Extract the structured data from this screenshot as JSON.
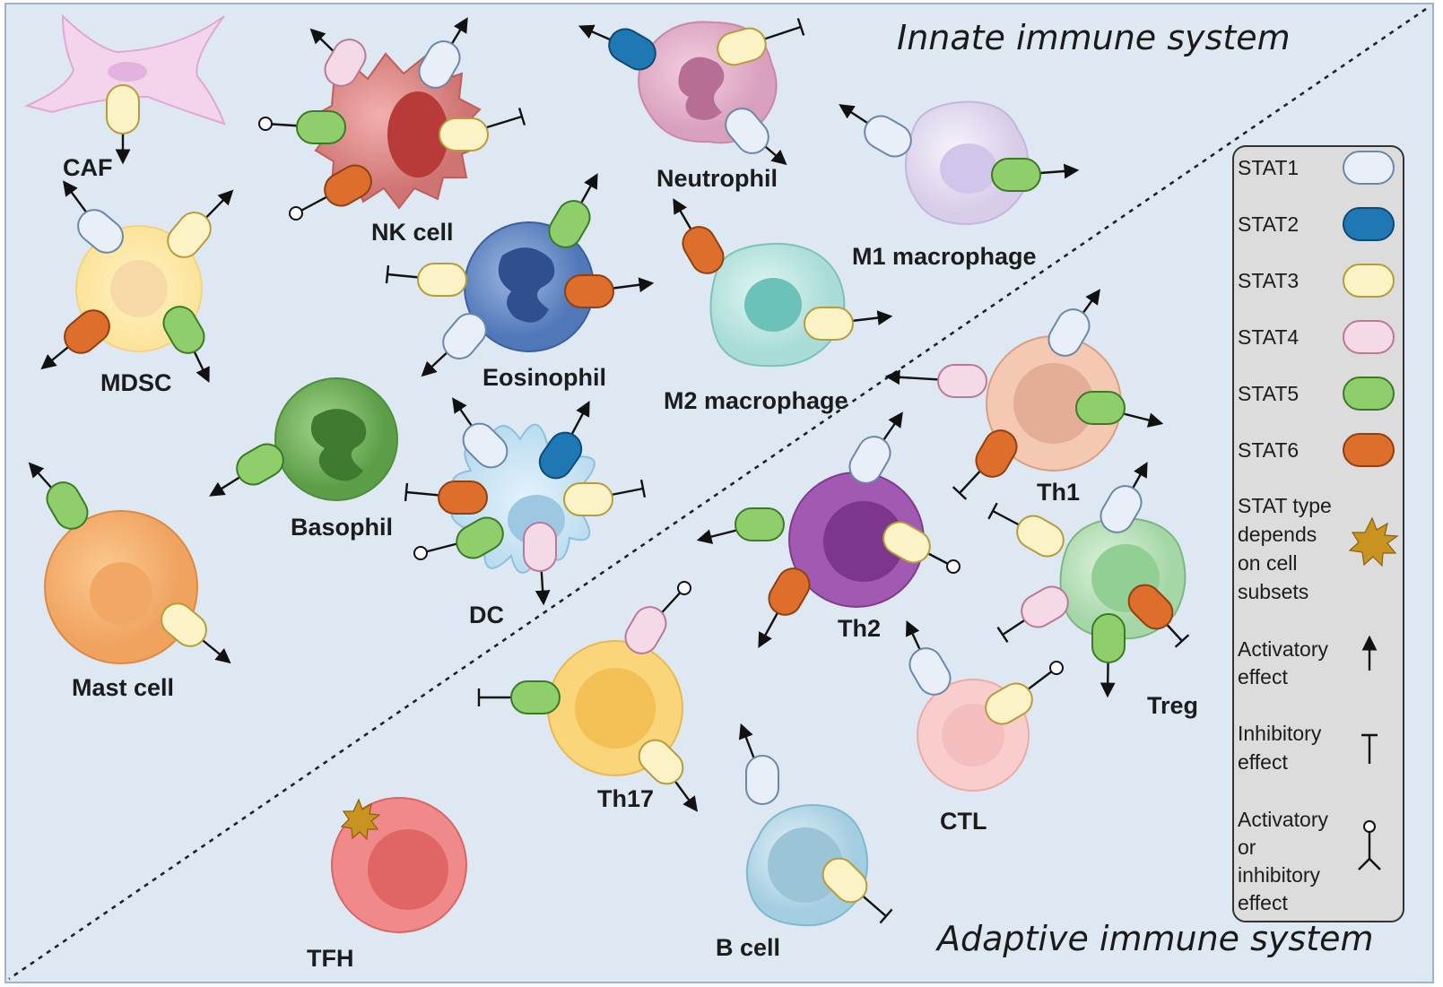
{
  "sections": {
    "innate": "Innate immune system",
    "adaptive": "Adaptive immune system"
  },
  "colors": {
    "background": "#dde8f2",
    "frame": "#9fb4c8",
    "divider": "#222222",
    "STAT1": "#e8eff8",
    "STAT2": "#1f78b4",
    "STAT3": "#fbf3c6",
    "STAT4": "#f6d9e6",
    "STAT5": "#8ecf6b",
    "STAT6": "#dd6e2b",
    "variable_star": "#c8931f",
    "legend_bg": "#dcdcdc"
  },
  "legend": {
    "stats": [
      {
        "key": "STAT1",
        "label": "STAT1"
      },
      {
        "key": "STAT2",
        "label": "STAT2"
      },
      {
        "key": "STAT3",
        "label": "STAT3"
      },
      {
        "key": "STAT4",
        "label": "STAT4"
      },
      {
        "key": "STAT5",
        "label": "STAT5"
      },
      {
        "key": "STAT6",
        "label": "STAT6"
      }
    ],
    "variable_lines": [
      "STAT type",
      "depends",
      "on cell",
      "subsets"
    ],
    "activatory_lines": [
      "Activatory",
      "effect"
    ],
    "inhibitory_lines": [
      "Inhibitory",
      "effect"
    ],
    "either_lines": [
      "Activatory",
      "or",
      "inhibitory",
      "effect"
    ]
  },
  "cells": {
    "caf": "CAF",
    "nk": "NK cell",
    "neutrophil": "Neutrophil",
    "m1": "M1 macrophage",
    "mdsc": "MDSC",
    "eosinophil": "Eosinophil",
    "m2": "M2 macrophage",
    "basophil": "Basophil",
    "dc": "DC",
    "mast": "Mast cell",
    "th1": "Th1",
    "th2": "Th2",
    "treg": "Treg",
    "th17": "Th17",
    "ctl": "CTL",
    "bcell": "B cell",
    "tfh": "TFH"
  },
  "receptors": [
    {
      "stat": "STAT3",
      "effect": "activatory",
      "cell": "caf"
    },
    {
      "stat": "STAT4",
      "effect": "activatory",
      "cell": "nk"
    },
    {
      "stat": "STAT1",
      "effect": "activatory",
      "cell": "nk"
    },
    {
      "stat": "STAT5",
      "effect": "either",
      "cell": "nk"
    },
    {
      "stat": "STAT3",
      "effect": "inhibitory",
      "cell": "nk"
    },
    {
      "stat": "STAT6",
      "effect": "either",
      "cell": "nk"
    },
    {
      "stat": "STAT2",
      "effect": "activatory",
      "cell": "neutrophil"
    },
    {
      "stat": "STAT3",
      "effect": "inhibitory",
      "cell": "neutrophil"
    },
    {
      "stat": "STAT1",
      "effect": "activatory",
      "cell": "neutrophil"
    },
    {
      "stat": "STAT1",
      "effect": "activatory",
      "cell": "m1"
    },
    {
      "stat": "STAT5",
      "effect": "activatory",
      "cell": "m1"
    },
    {
      "stat": "STAT1",
      "effect": "activatory",
      "cell": "mdsc"
    },
    {
      "stat": "STAT3",
      "effect": "activatory",
      "cell": "mdsc"
    },
    {
      "stat": "STAT6",
      "effect": "activatory",
      "cell": "mdsc"
    },
    {
      "stat": "STAT5",
      "effect": "activatory",
      "cell": "mdsc"
    },
    {
      "stat": "STAT5",
      "effect": "activatory",
      "cell": "eosinophil"
    },
    {
      "stat": "STAT3",
      "effect": "inhibitory",
      "cell": "eosinophil"
    },
    {
      "stat": "STAT6",
      "effect": "activatory",
      "cell": "eosinophil"
    },
    {
      "stat": "STAT1",
      "effect": "activatory",
      "cell": "eosinophil"
    },
    {
      "stat": "STAT6",
      "effect": "activatory",
      "cell": "m2"
    },
    {
      "stat": "STAT3",
      "effect": "activatory",
      "cell": "m2"
    },
    {
      "stat": "STAT5",
      "effect": "activatory",
      "cell": "basophil"
    },
    {
      "stat": "STAT1",
      "effect": "activatory",
      "cell": "dc"
    },
    {
      "stat": "STAT2",
      "effect": "activatory",
      "cell": "dc"
    },
    {
      "stat": "STAT6",
      "effect": "inhibitory",
      "cell": "dc"
    },
    {
      "stat": "STAT3",
      "effect": "inhibitory",
      "cell": "dc"
    },
    {
      "stat": "STAT5",
      "effect": "either",
      "cell": "dc"
    },
    {
      "stat": "STAT4",
      "effect": "activatory",
      "cell": "dc"
    },
    {
      "stat": "STAT5",
      "effect": "activatory",
      "cell": "mast"
    },
    {
      "stat": "STAT3",
      "effect": "activatory",
      "cell": "mast"
    },
    {
      "stat": "STAT1",
      "effect": "activatory",
      "cell": "th1"
    },
    {
      "stat": "STAT4",
      "effect": "activatory",
      "cell": "th1"
    },
    {
      "stat": "STAT5",
      "effect": "activatory",
      "cell": "th1"
    },
    {
      "stat": "STAT6",
      "effect": "inhibitory",
      "cell": "th1"
    },
    {
      "stat": "STAT1",
      "effect": "activatory",
      "cell": "th2"
    },
    {
      "stat": "STAT5",
      "effect": "activatory",
      "cell": "th2"
    },
    {
      "stat": "STAT3",
      "effect": "either",
      "cell": "th2"
    },
    {
      "stat": "STAT6",
      "effect": "activatory",
      "cell": "th2"
    },
    {
      "stat": "STAT1",
      "effect": "activatory",
      "cell": "treg"
    },
    {
      "stat": "STAT3",
      "effect": "inhibitory",
      "cell": "treg"
    },
    {
      "stat": "STAT4",
      "effect": "inhibitory",
      "cell": "treg"
    },
    {
      "stat": "STAT6",
      "effect": "inhibitory",
      "cell": "treg"
    },
    {
      "stat": "STAT5",
      "effect": "activatory",
      "cell": "treg"
    },
    {
      "stat": "STAT4",
      "effect": "either",
      "cell": "th17"
    },
    {
      "stat": "STAT5",
      "effect": "inhibitory",
      "cell": "th17"
    },
    {
      "stat": "STAT3",
      "effect": "activatory",
      "cell": "th17"
    },
    {
      "stat": "STAT1",
      "effect": "activatory",
      "cell": "ctl"
    },
    {
      "stat": "STAT3",
      "effect": "either",
      "cell": "ctl"
    },
    {
      "stat": "STAT1",
      "effect": "activatory",
      "cell": "bcell"
    },
    {
      "stat": "STAT3",
      "effect": "inhibitory",
      "cell": "bcell"
    },
    {
      "stat": "variable",
      "effect": "unspecified",
      "cell": "tfh"
    }
  ]
}
